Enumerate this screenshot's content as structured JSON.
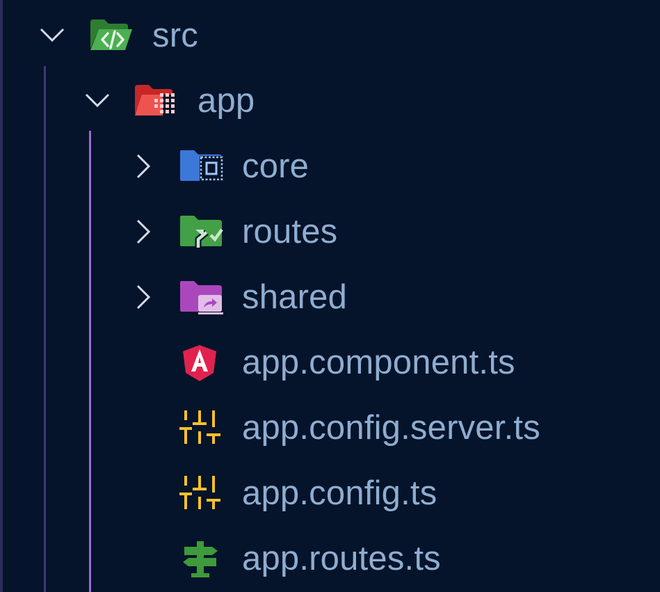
{
  "tree": {
    "items": [
      {
        "label": "src",
        "icon": "folder-src-open-icon",
        "expanded": true
      },
      {
        "label": "app",
        "icon": "folder-app-open-icon",
        "expanded": true
      },
      {
        "label": "core",
        "icon": "folder-core-icon",
        "expanded": false
      },
      {
        "label": "routes",
        "icon": "folder-routes-icon",
        "expanded": false
      },
      {
        "label": "shared",
        "icon": "folder-shared-icon",
        "expanded": false
      },
      {
        "label": "app.component.ts",
        "icon": "angular-icon"
      },
      {
        "label": "app.config.server.ts",
        "icon": "config-sliders-icon"
      },
      {
        "label": "app.config.ts",
        "icon": "config-sliders-icon"
      },
      {
        "label": "app.routes.ts",
        "icon": "signpost-icon"
      }
    ]
  },
  "colors": {
    "background": "#05142a",
    "text": "#8fadd0",
    "folder_src": "#4caf50",
    "folder_app": "#ef5350",
    "folder_core": "#3b78d8",
    "folder_routes": "#43a047",
    "folder_shared": "#ab47bc",
    "angular": "#e0234e",
    "config": "#f9c22b",
    "routes_file": "#3e9a3a",
    "indent_guide_active": "#9b6ad6",
    "indent_guide": "#3c3a78"
  }
}
